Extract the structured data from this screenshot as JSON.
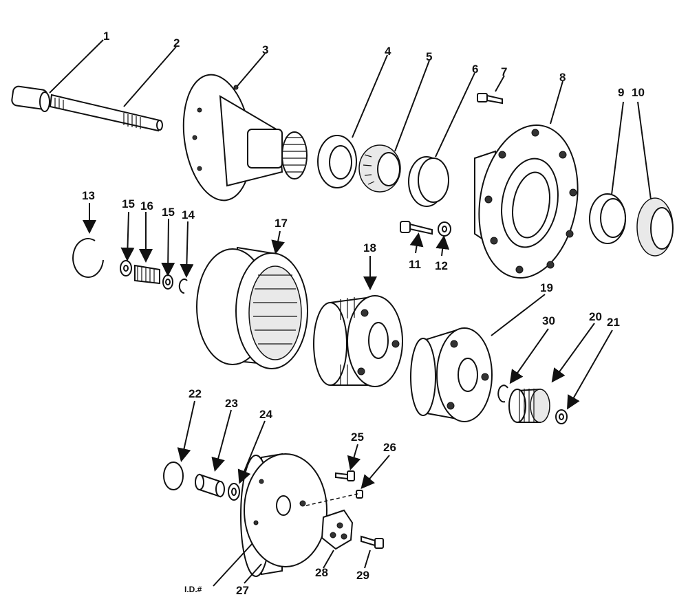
{
  "callouts": [
    "1",
    "2",
    "3",
    "4",
    "5",
    "6",
    "7",
    "8",
    "9",
    "10",
    "11",
    "12",
    "13",
    "14",
    "15",
    "15",
    "16",
    "17",
    "18",
    "19",
    "20",
    "21",
    "22",
    "23",
    "24",
    "25",
    "26",
    "27",
    "28",
    "29",
    "30"
  ],
  "id_mark": "I.D.#"
}
